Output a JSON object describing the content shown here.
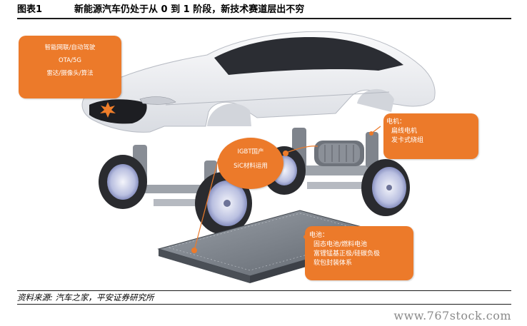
{
  "figure": {
    "number": "图表1",
    "title": "新能源汽车仍处于从 0 到 1 阶段，新技术赛道层出不穷"
  },
  "callouts": {
    "smart": {
      "line1": "智能网联/自动驾驶",
      "line2": "OTA/5G",
      "line3": "雷达/摄像头/算法"
    },
    "motor": {
      "heading": "电机：",
      "line1": "扁线电机",
      "line2": "发卡式绕组"
    },
    "igbt": {
      "line1": "IGBT国产",
      "line2": "SiC材料运用"
    },
    "battery": {
      "heading": "电池：",
      "line1": "固态电池/燃料电池",
      "line2": "富锂锰基正极/硅碳负极",
      "line3": "软包封装体系"
    }
  },
  "colors": {
    "callout": "#ec7a2a",
    "highlight": "#f07e2a",
    "car_body": "#eef0f3"
  },
  "source": "资料来源: 汽车之家，平安证券研究所",
  "watermark": "www.767stock.com"
}
